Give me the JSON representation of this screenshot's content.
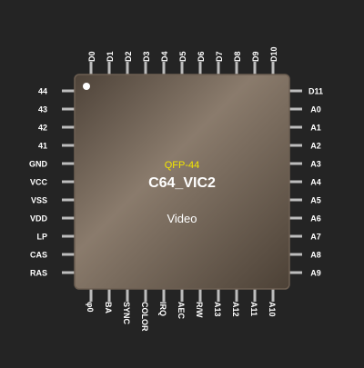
{
  "chip": {
    "package": "QFP-44",
    "name": "C64_VIC2",
    "subtitle": "Video"
  },
  "colors": {
    "background": "#242424",
    "body_dark": "#4a3f35",
    "body_light": "#8a7b6c",
    "body_edge": "#6d5f52",
    "pin": "#bdbdbd",
    "pin1_dot": "#ffffff",
    "package_label": "#f2e600",
    "name_label": "#ffffff",
    "pin_label": "#ffffff"
  },
  "pins": {
    "top": [
      "D0",
      "D1",
      "D2",
      "D3",
      "D4",
      "D5",
      "D6",
      "D7",
      "D8",
      "D9",
      "D10"
    ],
    "right": [
      "D11",
      "A0",
      "A1",
      "A2",
      "A3",
      "A4",
      "A5",
      "A6",
      "A7",
      "A8",
      "A9"
    ],
    "bottom": [
      "φ0",
      "BA",
      "SYNC",
      "COLOR",
      "IRQ",
      "AEC",
      "R/W",
      "A13",
      "A12",
      "A11",
      "A10"
    ],
    "left": [
      "44",
      "43",
      "42",
      "41",
      "GND",
      "VCC",
      "VSS",
      "VDD",
      "LP",
      "CAS",
      "RAS"
    ]
  }
}
